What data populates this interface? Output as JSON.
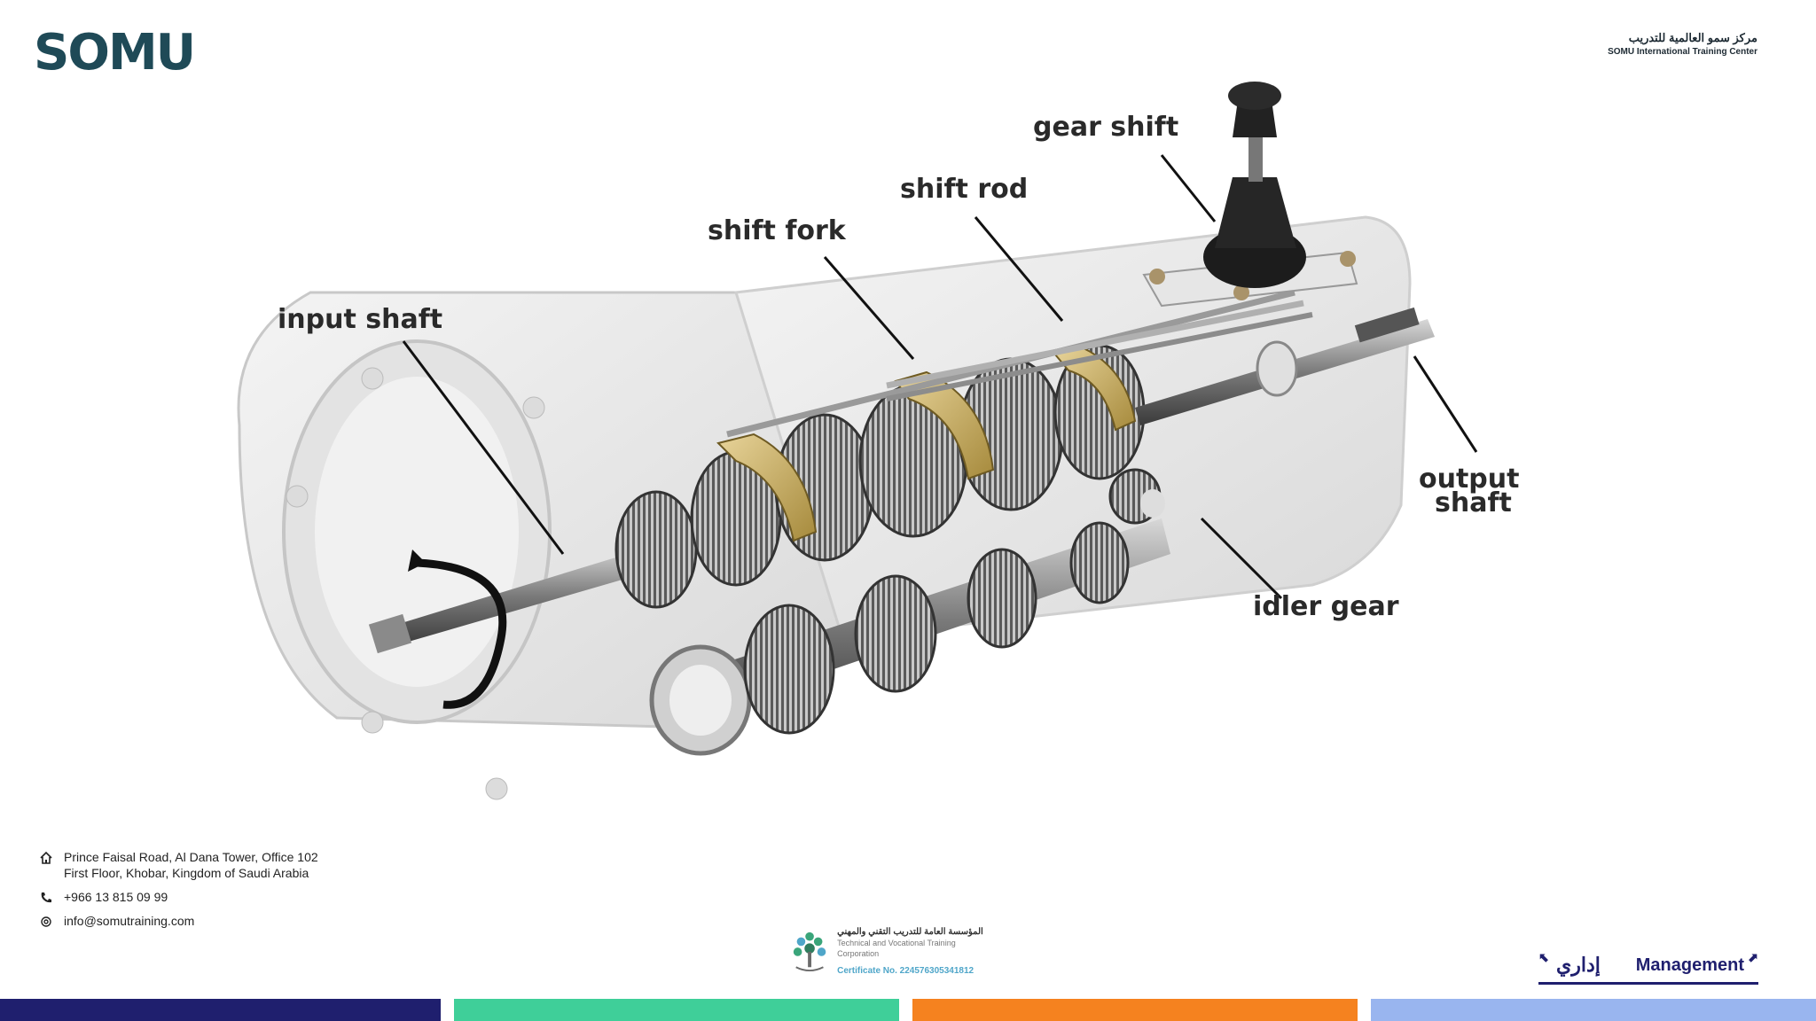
{
  "header": {
    "logo_text": "SOMU",
    "org_arabic": "مركز سمو العالمية للتدريب",
    "org_english": "SOMU International Training Center"
  },
  "diagram": {
    "labels": {
      "gear_shift": "gear shift",
      "shift_rod": "shift rod",
      "shift_fork": "shift fork",
      "input_shaft": "input shaft",
      "output_shaft_line1": "output",
      "output_shaft_line2": "shaft",
      "idler_gear": "idler gear"
    }
  },
  "contact": {
    "address_line1": "Prince Faisal Road, Al Dana Tower, Office 102",
    "address_line2": "First Floor, Khobar, Kingdom of Saudi Arabia",
    "phone": "+966 13 815 09 99",
    "email": "info@somutraining.com",
    "icons": [
      "home-icon",
      "phone-icon",
      "email-icon"
    ]
  },
  "accreditation": {
    "org_arabic": "المؤسسة العامة للتدريب التقني والمهني",
    "org_english": "Technical and Vocational Training Corporation",
    "certificate": "Certificate No. 224576305341812"
  },
  "badge": {
    "arabic": "إداري",
    "english": "Management"
  },
  "colors": {
    "brand": "#1f4a57",
    "bar1": "#1f1f6e",
    "bar2": "#3fcf99",
    "bar3": "#f5821f",
    "bar4": "#99b5ef"
  }
}
